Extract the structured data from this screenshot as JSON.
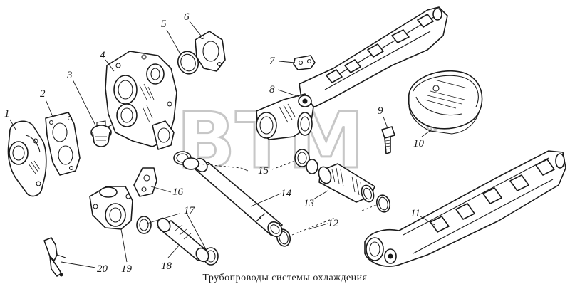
{
  "caption": "Трубопроводы системы охлаждения",
  "watermark": {
    "text": "BTM",
    "registered": "®"
  },
  "labels": {
    "l1": "1",
    "l2": "2",
    "l3": "3",
    "l4": "4",
    "l5": "5",
    "l6": "6",
    "l7": "7",
    "l8": "8",
    "l9": "9",
    "l10": "10",
    "l11": "11",
    "l12": "12",
    "l13": "13",
    "l14": "14",
    "l15": "15",
    "l16": "16",
    "l17": "17",
    "l18": "18",
    "l19": "19",
    "l20": "20"
  }
}
